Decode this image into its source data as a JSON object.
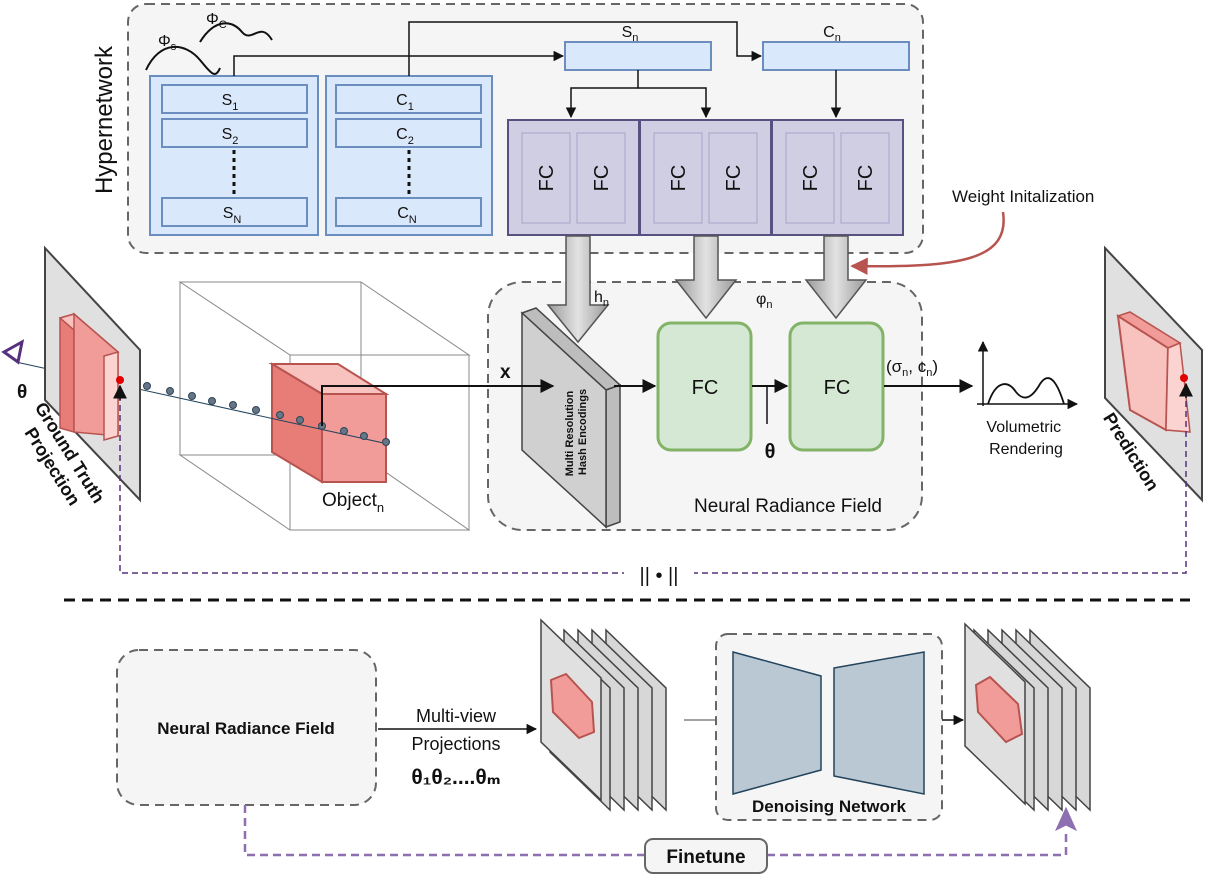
{
  "hypernetwork": {
    "title": "Hypernetwork",
    "phi_s": "Φ",
    "phi_s_sub": "s",
    "phi_c": "Φ",
    "phi_c_sub": "C",
    "s_items": [
      {
        "main": "S",
        "sub": "1"
      },
      {
        "main": "S",
        "sub": "2"
      },
      {
        "main": "S",
        "sub": "N"
      }
    ],
    "c_items": [
      {
        "main": "C",
        "sub": "1"
      },
      {
        "main": "C",
        "sub": "2"
      },
      {
        "main": "C",
        "sub": "N"
      }
    ],
    "sn": {
      "main": "S",
      "sub": "n"
    },
    "cn": {
      "main": "C",
      "sub": "n"
    },
    "fc_label": "FC"
  },
  "weight_init": "Weight Initalization",
  "nerf": {
    "title": "Neural Radiance Field",
    "hn": {
      "main": "h",
      "sub": "n"
    },
    "phin": {
      "main": "φ",
      "sub": "n"
    },
    "x_label": "x",
    "theta": "θ",
    "fc1": "FC",
    "fc2": "FC",
    "hash_line1": "Multi Resolution",
    "hash_line2": "Hash Encodings",
    "output": {
      "open": "(σ",
      "sub1": "n",
      "mid": ", c",
      "sub2": "n",
      "close": ")"
    }
  },
  "volumetric": {
    "line1": "Volumetric",
    "line2": "Rendering"
  },
  "object": {
    "main": "Object",
    "sub": "n"
  },
  "ground_truth": {
    "line1": "Ground Truth",
    "line2": "Projection",
    "theta": "θ"
  },
  "prediction": "Prediction",
  "loss_label": "|| • ||",
  "bottom": {
    "nerf_label": "Neural Radiance Field",
    "multiview_line1": "Multi-view",
    "multiview_line2": "Projections",
    "thetas": "θ₁θ₂....θₘ",
    "denoising": "Denoising Network",
    "finetune": "Finetune"
  },
  "colors": {
    "blue_fill": "#dae8fc",
    "blue_stroke": "#6c8ebf",
    "purple_fill": "#d0cee2",
    "purple_stroke": "#56517e",
    "green_fill": "#d5e8d4",
    "green_stroke": "#82b366",
    "red_fill": "#f19c99",
    "red_stroke": "#b85450",
    "dash_purple": "#8e6fb0",
    "unet_fill": "#bac8d3",
    "unet_stroke": "#23445d"
  }
}
